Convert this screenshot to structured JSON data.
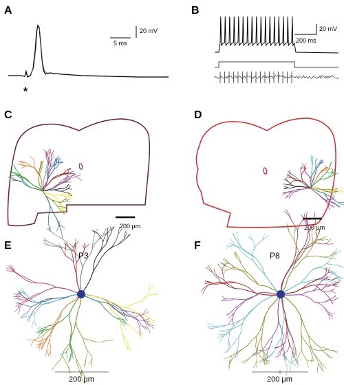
{
  "panels": {
    "a": {
      "label": "A",
      "asterisk": "*",
      "scale_ms": "5 ms",
      "scale_mv": "20 mV"
    },
    "b": {
      "label": "B",
      "scale_ms": "200 ms",
      "scale_mv": "20 mV"
    },
    "c": {
      "label": "C",
      "scale": "200 μm"
    },
    "d": {
      "label": "D",
      "scale": "200 μm"
    },
    "e": {
      "label": "E",
      "age": "P3",
      "scale": "200 μm"
    },
    "f": {
      "label": "F",
      "age": "P8",
      "scale": "200 μm"
    }
  },
  "colors": {
    "section_outline_c": "#6b2424",
    "section_outline_d": "#d42a2a",
    "soma": "#2b3a8c",
    "neurites": [
      "#2e7d7a",
      "#3a5da8",
      "#9b4a9b",
      "#d98030",
      "#7a7a7a",
      "#8a8f2a",
      "#c03a6a",
      "#e6e22a",
      "#62b8c8",
      "#222222",
      "#3a9a3a",
      "#a02020"
    ]
  }
}
